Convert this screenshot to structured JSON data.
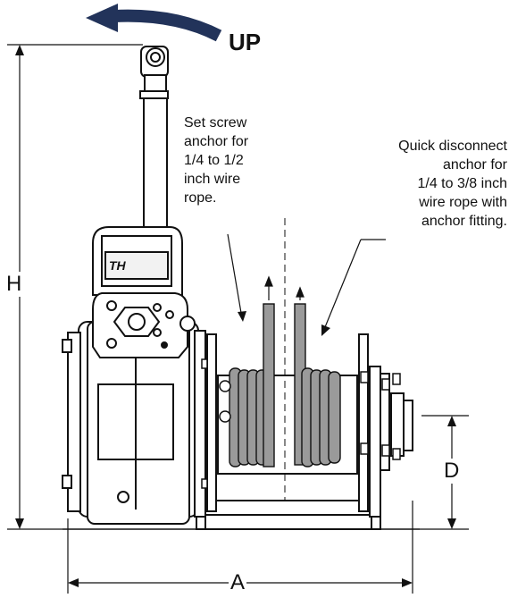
{
  "direction": {
    "label": "UP",
    "arrow_color": "#22335a"
  },
  "callouts": {
    "set_screw": [
      "Set screw",
      "anchor for",
      "1/4 to 1/2",
      "inch wire",
      "rope."
    ],
    "quick_disconnect": [
      "Quick disconnect",
      "anchor for",
      "1/4 to 3/8 inch",
      "wire rope with",
      "anchor fitting."
    ]
  },
  "dimensions": {
    "height": "H",
    "depth": "D",
    "width": "A"
  },
  "colors": {
    "cable": "#9a9a9a",
    "outline": "#111111"
  }
}
